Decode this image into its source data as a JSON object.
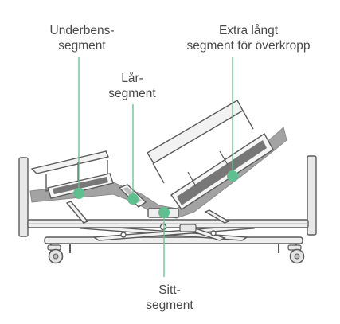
{
  "labels": {
    "underben": {
      "line1": "Underbens-",
      "line2": "segment"
    },
    "lar": {
      "line1": "Lår-",
      "line2": "segment"
    },
    "extra": {
      "line1": "Extra långt",
      "line2": "segment för överkropp"
    },
    "sitt": {
      "line1": "Sitt-",
      "line2": "segment"
    }
  },
  "colors": {
    "accent": "#5fc08f",
    "text": "#4a4a4a",
    "frame": "#5a5a5a",
    "fill": "#e9e9e9",
    "mattress": "#a3a3a3",
    "shade": "#777777"
  }
}
